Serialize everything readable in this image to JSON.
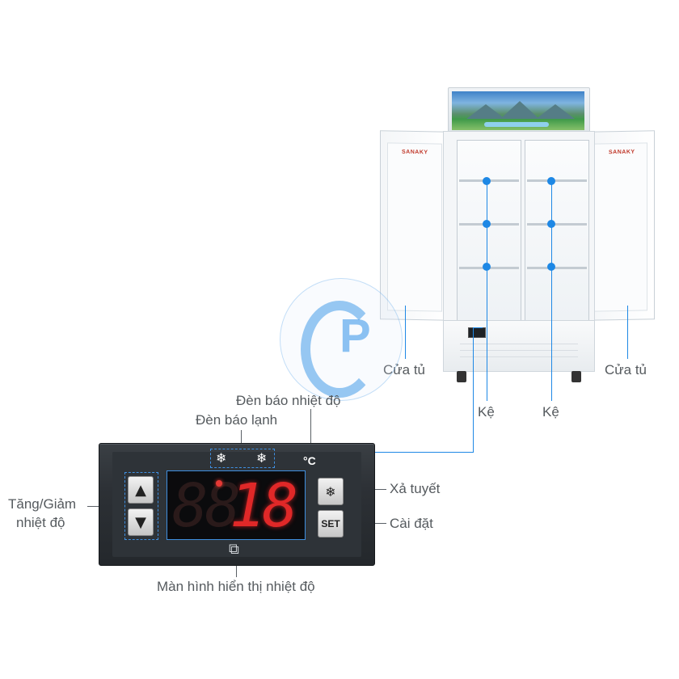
{
  "labels": {
    "door_left": "Cửa tủ",
    "door_right": "Cửa tủ",
    "shelf_left": "Kệ",
    "shelf_right": "Kệ",
    "temp_indicator": "Đèn báo nhiệt độ",
    "cold_indicator": "Đèn báo lạnh",
    "temp_adjust_line1": "Tăng/Giảm",
    "temp_adjust_line2": "nhiệt độ",
    "defrost": "Xả tuyết",
    "settings": "Cài đặt",
    "display_screen": "Màn hình hiển thị nhiệt độ"
  },
  "fridge": {
    "brand": "SANAKY"
  },
  "controller": {
    "display_value": "18",
    "display_ghost": "88",
    "unit": "°C",
    "set_button": "SET",
    "up_symbol": "▲",
    "down_symbol": "▼",
    "snow_symbol": "❄",
    "defrost_symbol": "❄"
  },
  "watermark": {
    "letter": "P"
  },
  "colors": {
    "callout_blue": "#1e88e5",
    "display_red": "#e02828",
    "label_gray": "#555a5e"
  }
}
